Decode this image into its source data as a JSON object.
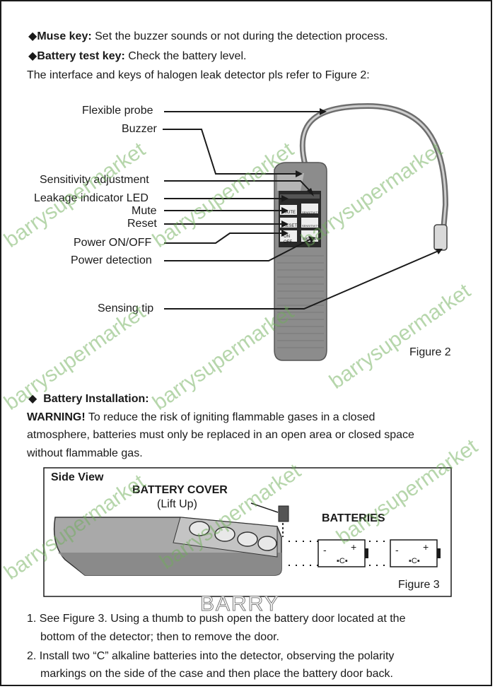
{
  "intro": {
    "mute_key_label": "Muse key:",
    "mute_key_text": " Set the buzzer sounds or not during the detection process.",
    "battery_key_label": "Battery test key:",
    "battery_key_text": " Check the battery level.",
    "interface_text": "The interface and keys of halogen leak detector pls refer to Figure 2:"
  },
  "figure2": {
    "labels": {
      "flexible_probe": "Flexible probe",
      "buzzer": "Buzzer",
      "sensitivity": "Sensitivity adjustment",
      "led": "Leakage indicator LED",
      "mute": "Mute",
      "reset": "Reset",
      "power_onoff": "Power ON/OFF",
      "power_detection": "Power detection",
      "sensing_tip": "Sensing tip"
    },
    "device_buttons": {
      "mute": "MUTE",
      "reset": "RESET",
      "on": "ON",
      "off": "OFF",
      "sens_up": "SENSITIVITY",
      "sens_down": "SENSITIVITY",
      "battery": "BATTERY"
    },
    "caption": "Figure 2"
  },
  "battery": {
    "heading": "Battery Installation:",
    "warning_label": "WARNING!",
    "warning_line1": " To reduce the risk of igniting flammable gases in a closed",
    "warning_line2": "atmosphere, batteries must only be replaced in an open area or closed space",
    "warning_line3": "without flammable gas."
  },
  "figure3": {
    "side_view": "Side View",
    "battery_cover": "BATTERY COVER",
    "lift_up": "(Lift Up)",
    "batteries": "BATTERIES",
    "cell_label": "C",
    "minus": "-",
    "plus": "+",
    "caption": "Figure 3"
  },
  "steps": [
    {
      "num": "1.",
      "line1": "See Figure 3. Using a thumb to push open the battery door located at the",
      "line2": "bottom of the detector; then to remove the door."
    },
    {
      "num": "2.",
      "line1": "Install two “C” alkaline batteries into the detector, observing the polarity",
      "line2": "markings on the side of the case and then place the battery door back."
    }
  ],
  "watermark": "barrysupermarket",
  "brand_mark": "BARRY",
  "colors": {
    "watermark": "#6fae5a",
    "ink": "#1a1a1a",
    "device": "#8c8c8c"
  }
}
